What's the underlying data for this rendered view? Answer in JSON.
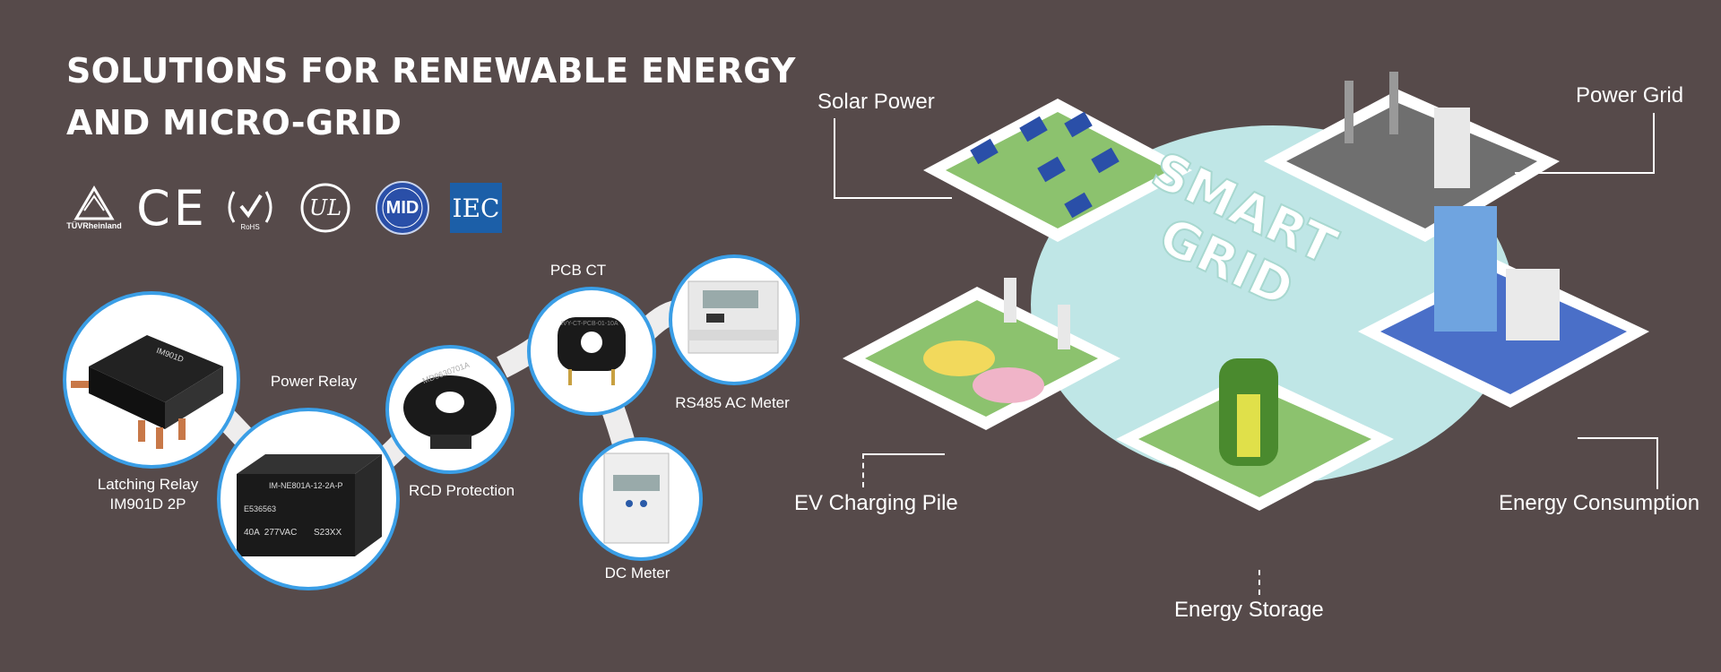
{
  "header": {
    "title_line1": "SOLUTIONS FOR RENEWABLE ENERGY",
    "title_line2": "AND MICRO-GRID"
  },
  "certifications": [
    {
      "label": "TÜVRheinland",
      "icon": "tuv-rheinland-icon"
    },
    {
      "label": "CE",
      "icon": "ce-mark-icon"
    },
    {
      "label": "RoHS",
      "icon": "rohs-icon"
    },
    {
      "label": "UL",
      "icon": "ul-mark-icon"
    },
    {
      "label": "MID",
      "icon": "mid-badge-icon"
    },
    {
      "label": "IEC",
      "icon": "iec-logo-icon"
    }
  ],
  "products": {
    "latching_relay": {
      "line1": "Latching Relay",
      "line2": "IM901D 2P",
      "marking": "IM901D"
    },
    "power_relay": {
      "label": "Power Relay",
      "marking": "IM-NE801A-12-2A-P",
      "code": "E536563",
      "rating": "40A  277VAC",
      "batch": "S23XX"
    },
    "rcd": {
      "label": "RCD Protection",
      "marking": "MD0630701A"
    },
    "pcb_ct": {
      "label": "PCB CT",
      "marking": "IVY-CT-PCB-01-10A"
    },
    "rs485_meter": {
      "label": "RS485 AC Meter"
    },
    "dc_meter": {
      "label": "DC Meter"
    }
  },
  "grid": {
    "center_line1": "SMART",
    "center_line2": "GRID",
    "solar": "Solar Power",
    "power_grid": "Power Grid",
    "ev": "EV Charging Pile",
    "storage": "Energy Storage",
    "consumption": "Energy Consumption"
  },
  "colors": {
    "background": "#564a4a",
    "accent_blue": "#3a9ee6",
    "center_teal": "#bfe6e6",
    "platform_green": "#8cc26e",
    "mid_blue": "#2a4fa8",
    "iec_blue": "#1c5fa8"
  }
}
